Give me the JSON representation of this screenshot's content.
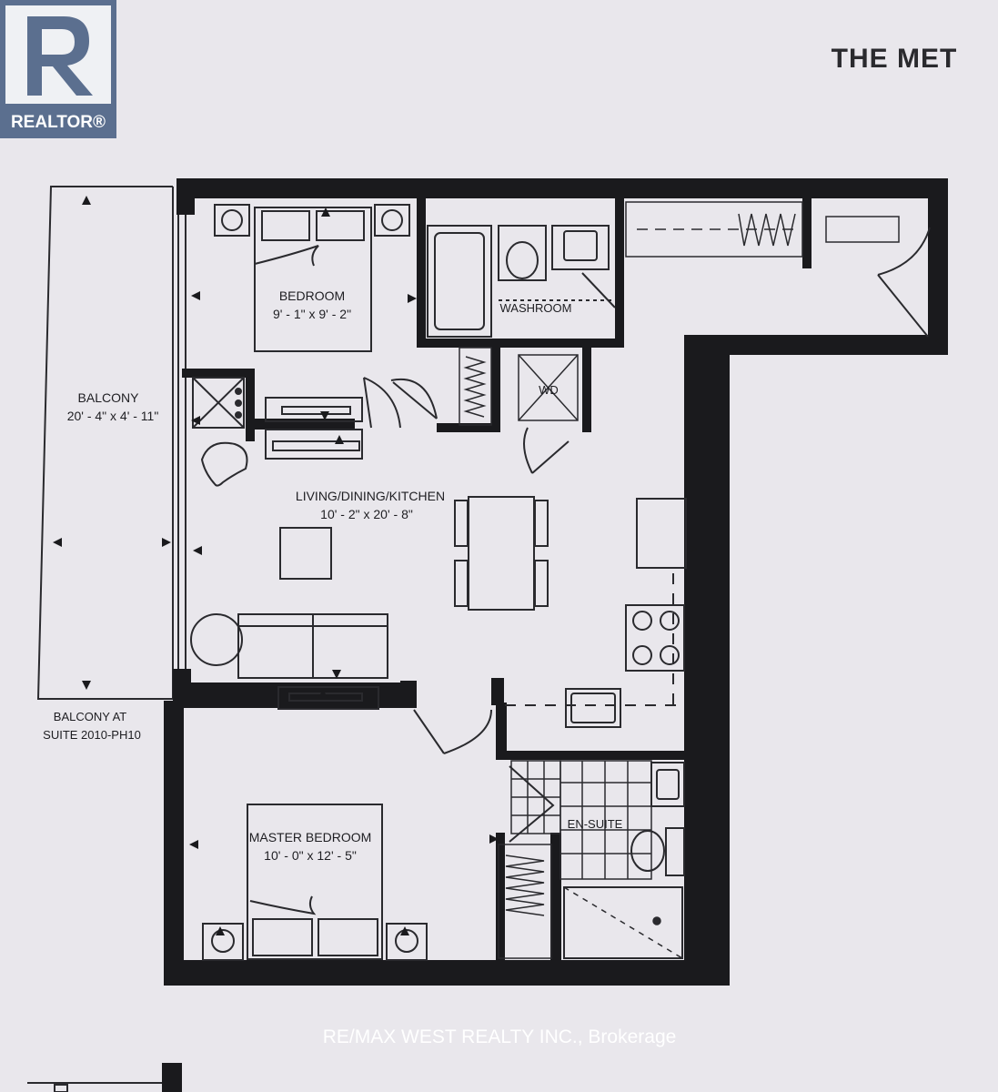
{
  "logo": {
    "text": "REALTOR®"
  },
  "header": {
    "title": "THE MET"
  },
  "rooms": {
    "bedroom": {
      "name": "BEDROOM",
      "dims": "9' - 1\"  x  9' - 2\""
    },
    "washroom": {
      "name": "WASHROOM"
    },
    "wd": {
      "name": "WD"
    },
    "balcony": {
      "name": "BALCONY",
      "dims": "20' - 4\"  x  4' - 11\""
    },
    "living": {
      "name": "LIVING/DINING/KITCHEN",
      "dims": "10' - 2\"  x  20' - 8\""
    },
    "ensuite": {
      "name": "EN-SUITE"
    },
    "master": {
      "name": "MASTER BEDROOM",
      "dims": "10' - 0\"  x  12' - 5\""
    }
  },
  "note": {
    "line1": "BALCONY AT",
    "line2": "SUITE 2010-PH10"
  },
  "watermark": {
    "text": "RE/MAX WEST REALTY INC., Brokerage"
  },
  "colors": {
    "paper": "#e9e7ec",
    "wall": "#1a1a1d",
    "line": "#2a2a2e",
    "realtor_blue": "#5b6f8f"
  }
}
